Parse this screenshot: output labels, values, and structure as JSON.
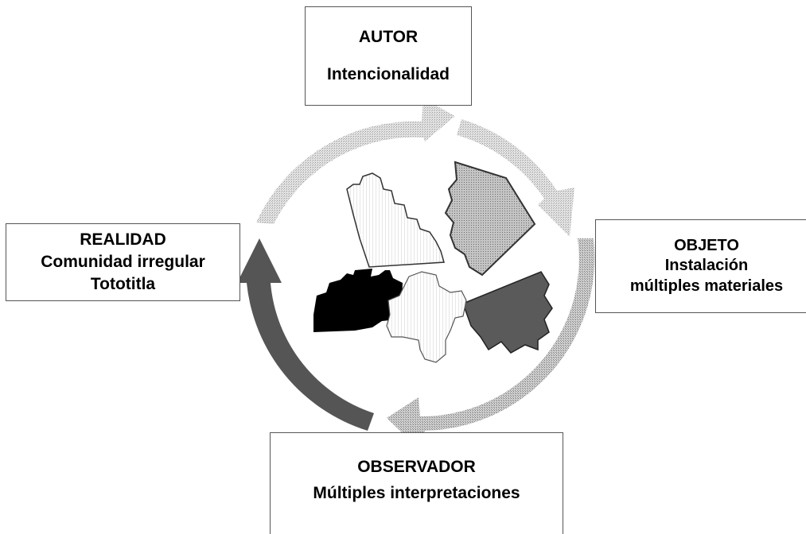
{
  "diagram": {
    "autor": {
      "title": "AUTOR",
      "subtitle": "Intencionalidad"
    },
    "realidad": {
      "title": "REALIDAD",
      "line1": "Comunidad irregular",
      "line2": "Tototitla"
    },
    "objeto": {
      "title": "OBJETO",
      "line1": "Instalación",
      "line2": "múltiples materiales"
    },
    "observador": {
      "title": "OBSERVADOR",
      "subtitle": "Múltiples interpretaciones"
    }
  },
  "colors": {
    "cycle_arrow_light": "#c8c8c8",
    "cycle_arrow_mid": "#b0b0b0",
    "cycle_arrow_dark": "#555555",
    "piece_white": "#ffffff",
    "piece_gray": "#bdbdbd",
    "piece_dark": "#5a5a5a",
    "piece_black": "#000000",
    "outline": "#333333"
  }
}
